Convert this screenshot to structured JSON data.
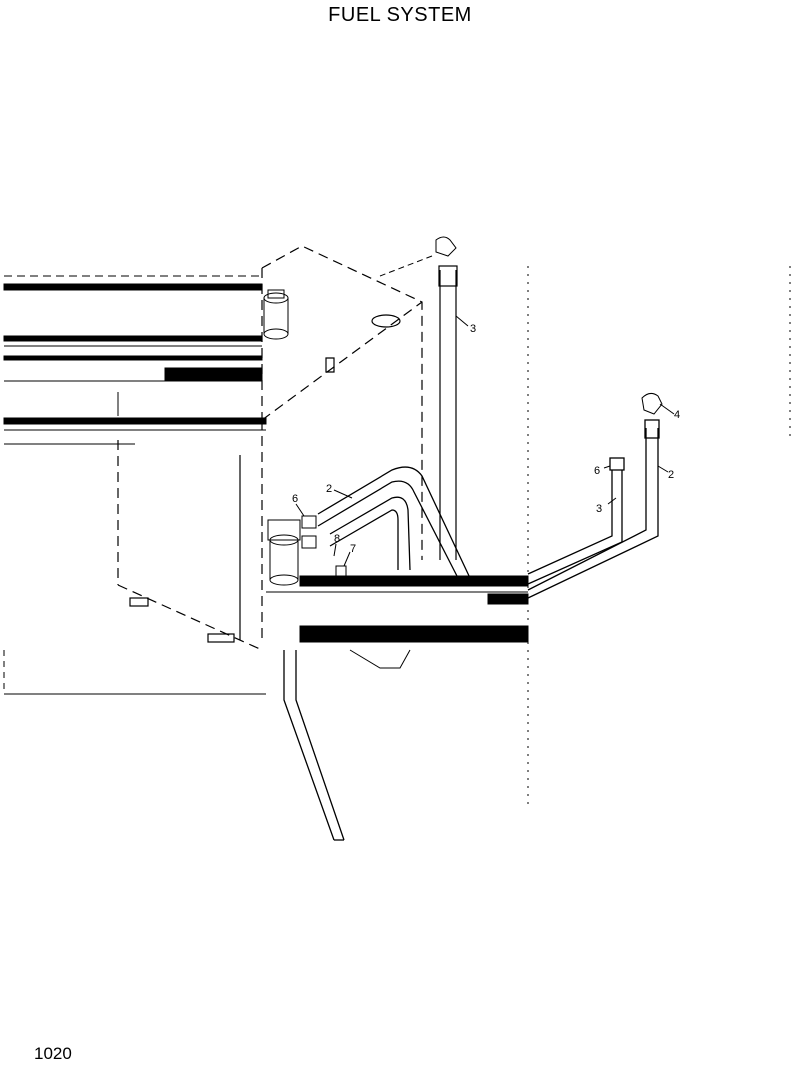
{
  "title": "FUEL SYSTEM",
  "page_number": "1020",
  "callouts": {
    "c2a": "2",
    "c3a": "3",
    "c4": "4",
    "c2b": "2",
    "c6a": "6",
    "c3b": "3",
    "c6b": "6",
    "c8": "8",
    "c7": "7"
  },
  "colors": {
    "line": "#000000",
    "background": "#ffffff"
  }
}
